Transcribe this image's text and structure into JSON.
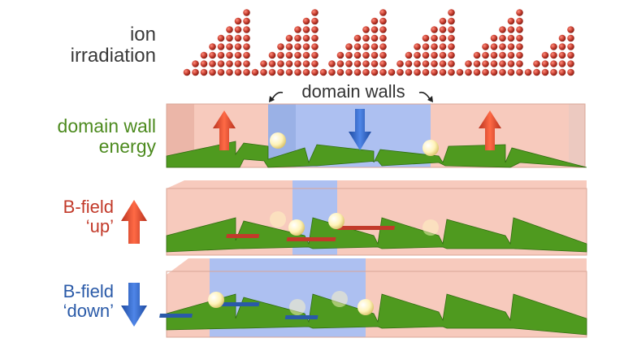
{
  "labels": {
    "ion_irradiation": [
      "ion",
      "irradiation"
    ],
    "domain_walls": "domain walls",
    "domain_wall_energy": [
      "domain wall",
      "energy"
    ],
    "b_field_up": [
      "B-field",
      "‘up’"
    ],
    "b_field_down": [
      "B-field",
      "‘down’"
    ]
  },
  "colors": {
    "ion": "#c0392b",
    "sawtooth": "#4f9a1f",
    "domain_up": "#f6c4b6",
    "domain_down": "#a9bff3",
    "arrow_up": "#d8442a",
    "arrow_down": "#2a62c4",
    "ball": "#fff6c2"
  },
  "icons": [
    "red-up-arrow-icon",
    "blue-down-arrow-icon",
    "curved-arrow-icon",
    "ion-dot-icon"
  ]
}
